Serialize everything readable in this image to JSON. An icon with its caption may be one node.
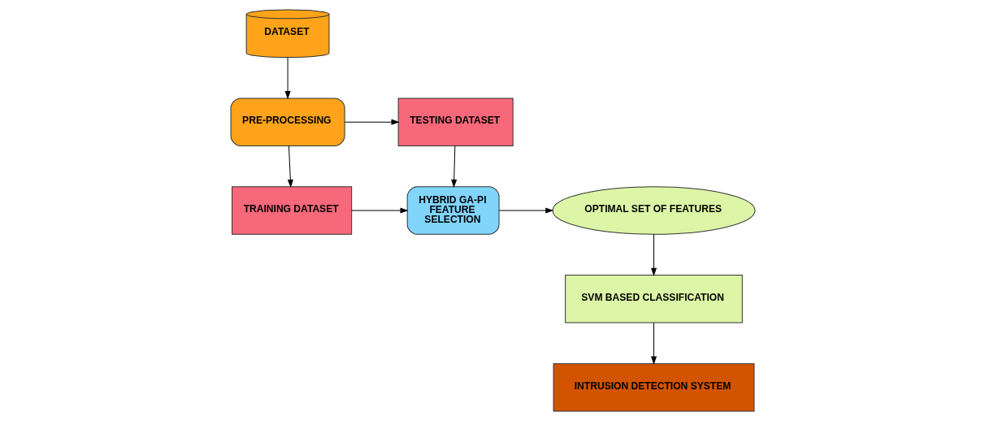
{
  "diagram": {
    "nodes": [
      {
        "text": [
          "DATASET"
        ]
      },
      {
        "text": [
          "PRE-PROCESSING"
        ]
      },
      {
        "text": [
          "TESTING DATASET"
        ]
      },
      {
        "text": [
          "TRAINING DATASET"
        ]
      },
      {
        "text": [
          "HYBRID GA-PI FEATURE SELECTION"
        ]
      },
      {
        "text": [
          "OPTIMAL SET OF FEATURES"
        ]
      },
      {
        "text": [
          "SVM BASED CLASSIFICATION"
        ]
      },
      {
        "text": [
          "INTRUSION DETECTION SYSTEM"
        ]
      }
    ],
    "edges": [
      {
        "from": 0,
        "to": 1,
        "arrow": "to"
      },
      {
        "from": 1,
        "to": 2,
        "arrow": "to"
      },
      {
        "from": 1,
        "to": 3,
        "arrow": "to"
      },
      {
        "from": 2,
        "to": 4,
        "arrow": "to"
      },
      {
        "from": 3,
        "to": 4,
        "arrow": "to"
      },
      {
        "from": 4,
        "to": 5,
        "arrow": "to"
      },
      {
        "from": 5,
        "to": 6,
        "arrow": "to"
      },
      {
        "from": 6,
        "to": 7,
        "arrow": "to"
      }
    ]
  }
}
